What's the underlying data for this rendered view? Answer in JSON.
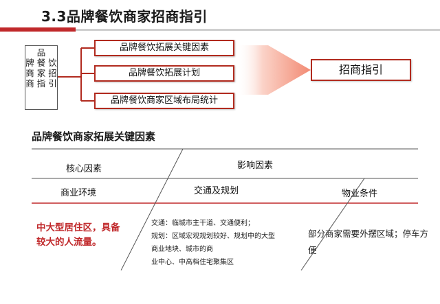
{
  "slide": {
    "title": "3.3品牌餐饮商家招商指引"
  },
  "diagram": {
    "left_box_chars": [
      "品",
      "牌",
      "餐",
      "饮",
      "商",
      "家",
      "招",
      "商",
      "指",
      "引"
    ],
    "items": [
      "品牌餐饮拓展关键因素",
      "品牌餐饮拓展计划",
      "品牌餐饮商家区域布局统计"
    ],
    "target": "招商指引",
    "colors": {
      "accent": "#c0282a",
      "arrow": "#f28a73"
    }
  },
  "section": {
    "title": "品牌餐饮商家拓展关键因素"
  },
  "table": {
    "header_core": "核心因素",
    "header_impact": "影响因素",
    "row_label": "商业环境",
    "col_transport": "交通及规划",
    "col_property": "物业条件",
    "core_text": "中大型居住区，具备较大的人流量。",
    "transport_lines": [
      "交通：临城市主干道、交通便利；",
      "规划：区域宏观规划较好、规划中的大型",
      "商业地块、城市的商",
      "业中心、中高档住宅聚集区"
    ],
    "property_text": "部分商家需要外摆区域；停车方便"
  }
}
